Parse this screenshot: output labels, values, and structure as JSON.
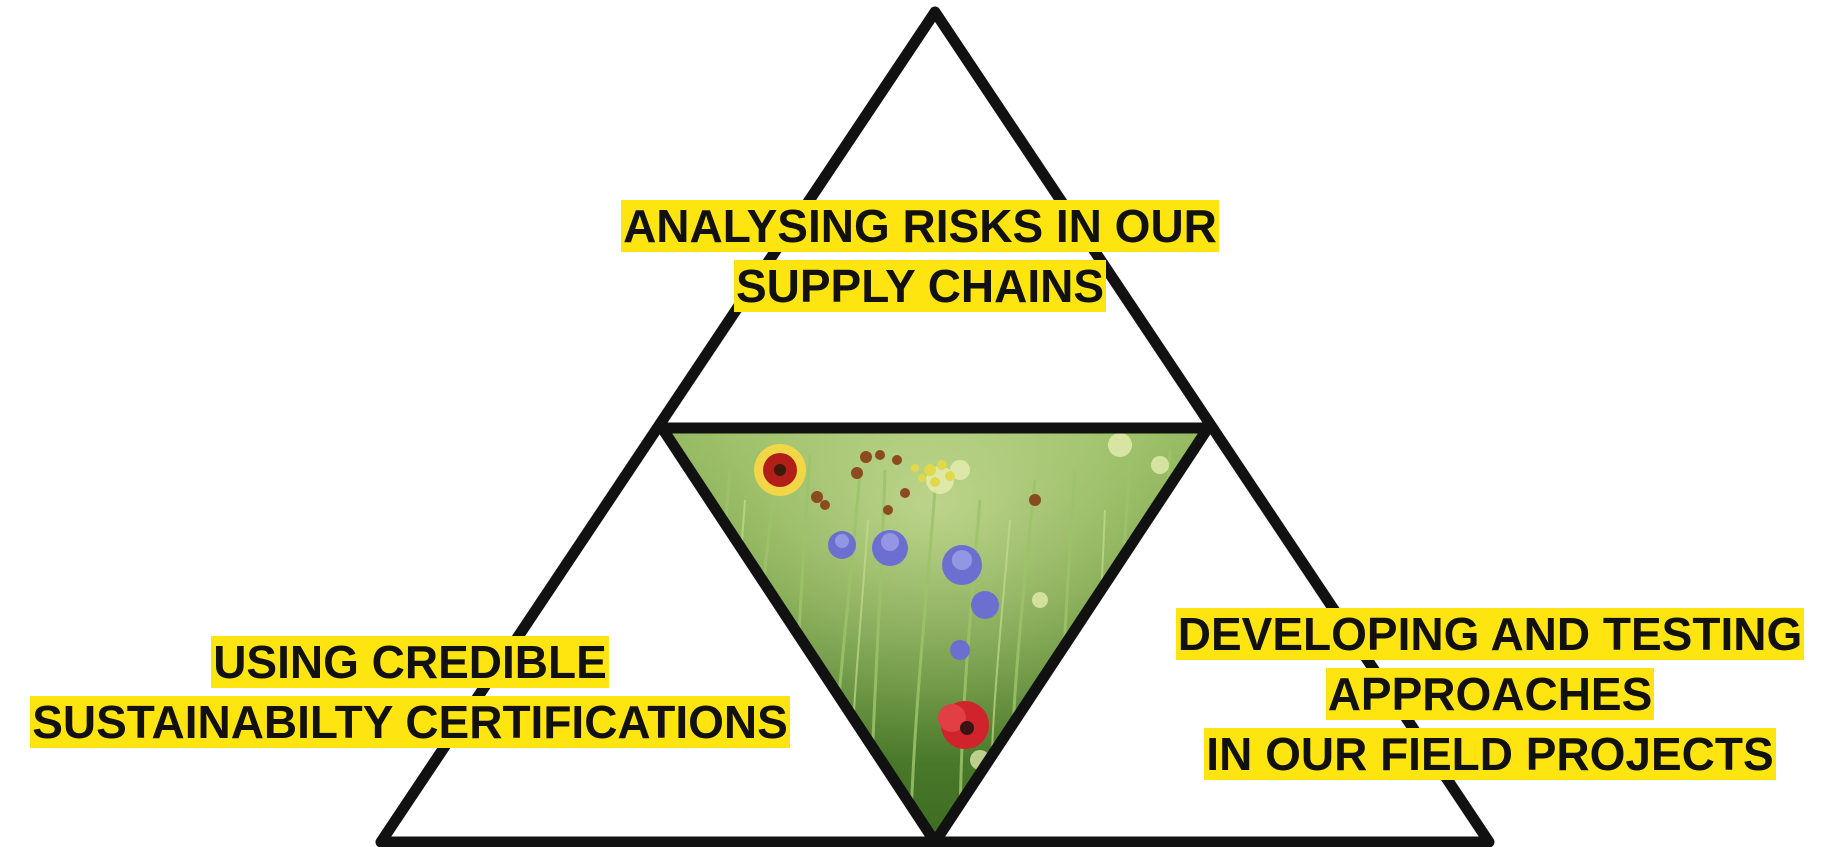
{
  "colors": {
    "outline": "#111111",
    "highlight": "#ffe50f",
    "background": "#ffffff"
  },
  "center_image": "wildflower-meadow-photo",
  "labels": {
    "top": {
      "line1": "ANALYSING RISKS IN OUR",
      "line2": "SUPPLY CHAINS"
    },
    "left": {
      "line1": "USING CREDIBLE",
      "line2": "SUSTAINABILTY CERTIFICATIONS"
    },
    "right": {
      "line1": "DEVELOPING AND TESTING",
      "line2": "APPROACHES",
      "line3": "IN OUR FIELD PROJECTS"
    }
  }
}
